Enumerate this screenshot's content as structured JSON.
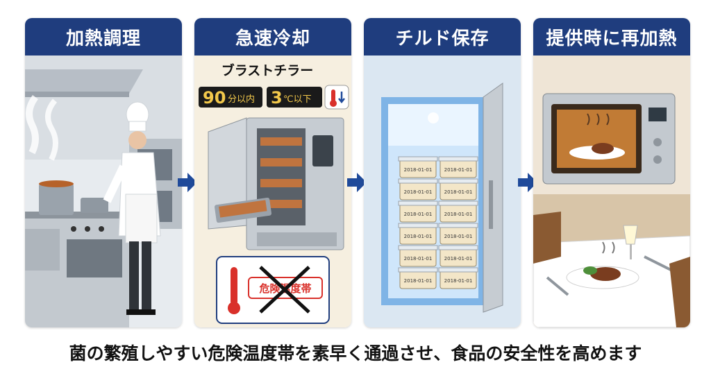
{
  "panels": [
    {
      "title": "加熱調理"
    },
    {
      "title": "急速冷却",
      "device_label": "ブラストチラー",
      "time_value": "90",
      "time_unit": "分以内",
      "temp_value": "3",
      "temp_unit": "℃以下",
      "danger_label": "危険温度帯"
    },
    {
      "title": "チルド保存",
      "container_dates": [
        "2018-01-01",
        "2018-01-01",
        "2018-01-01",
        "2018-01-01",
        "2018-01-01",
        "2018-01-01",
        "2018-01-01",
        "2018-01-01",
        "2018-01-01",
        "2018-01-01",
        "2018-01-01",
        "2018-01-01"
      ]
    },
    {
      "title": "提供時に再加熱"
    }
  ],
  "caption": "菌の繁殖しやすい危険温度帯を素早く通過させ、食品の安全性を高めます",
  "colors": {
    "header": "#1f3d7e",
    "arrow": "#1f4a9a",
    "danger": "#d9302a",
    "display_bg": "#1a1a1a",
    "display_text": "#f2c84b"
  }
}
